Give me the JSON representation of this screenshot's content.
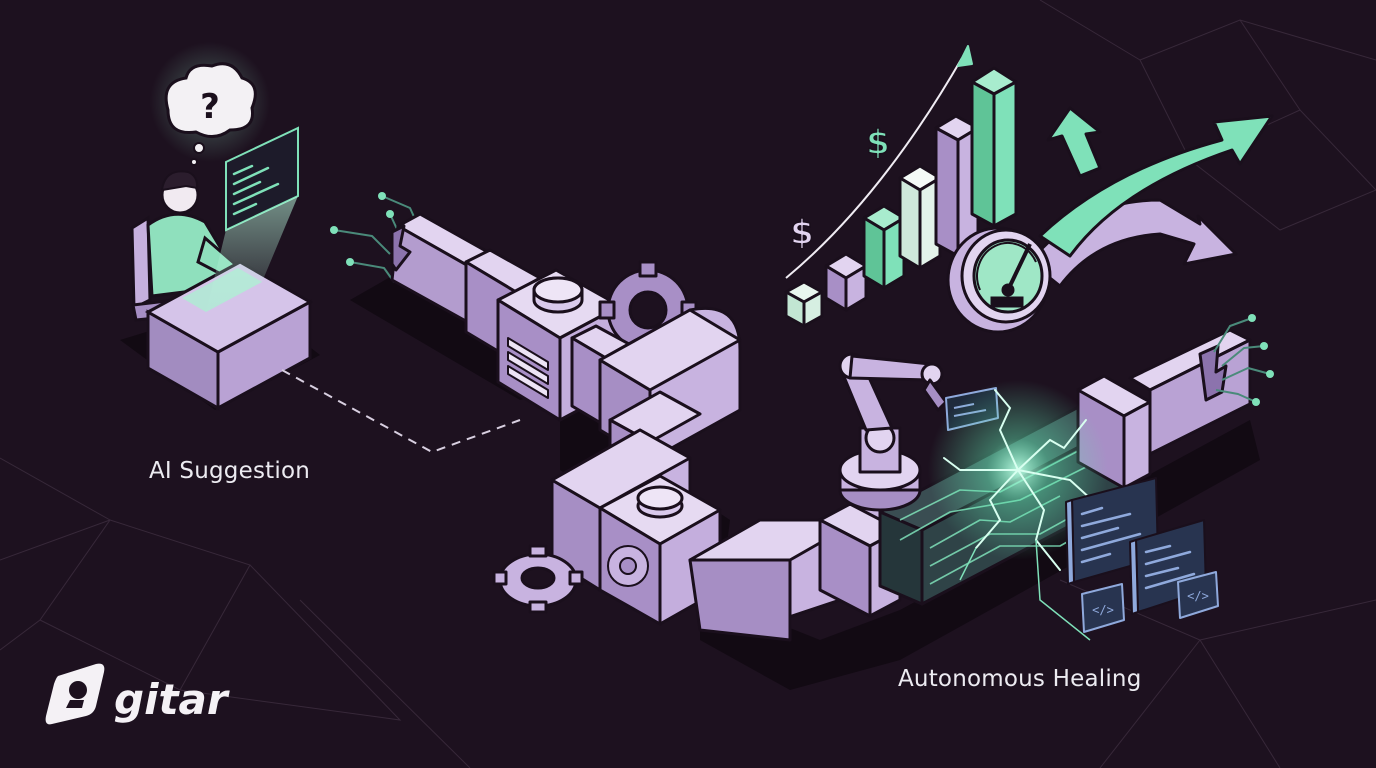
{
  "labels": {
    "ai_suggestion": "AI Suggestion",
    "autonomous_healing": "Autonomous Healing"
  },
  "logo": {
    "wordmark": "gitar"
  },
  "icons": {
    "thought_bubble": "question-mark-icon",
    "dollar_top": "$",
    "dollar_bottom": "$",
    "code_tag": "</>"
  },
  "colors": {
    "background": "#1d111f",
    "pipe_purple": "#c6b0de",
    "accent_mint": "#7fe1b9",
    "code_blue": "#8fa9dc",
    "text": "#ecebf1"
  }
}
